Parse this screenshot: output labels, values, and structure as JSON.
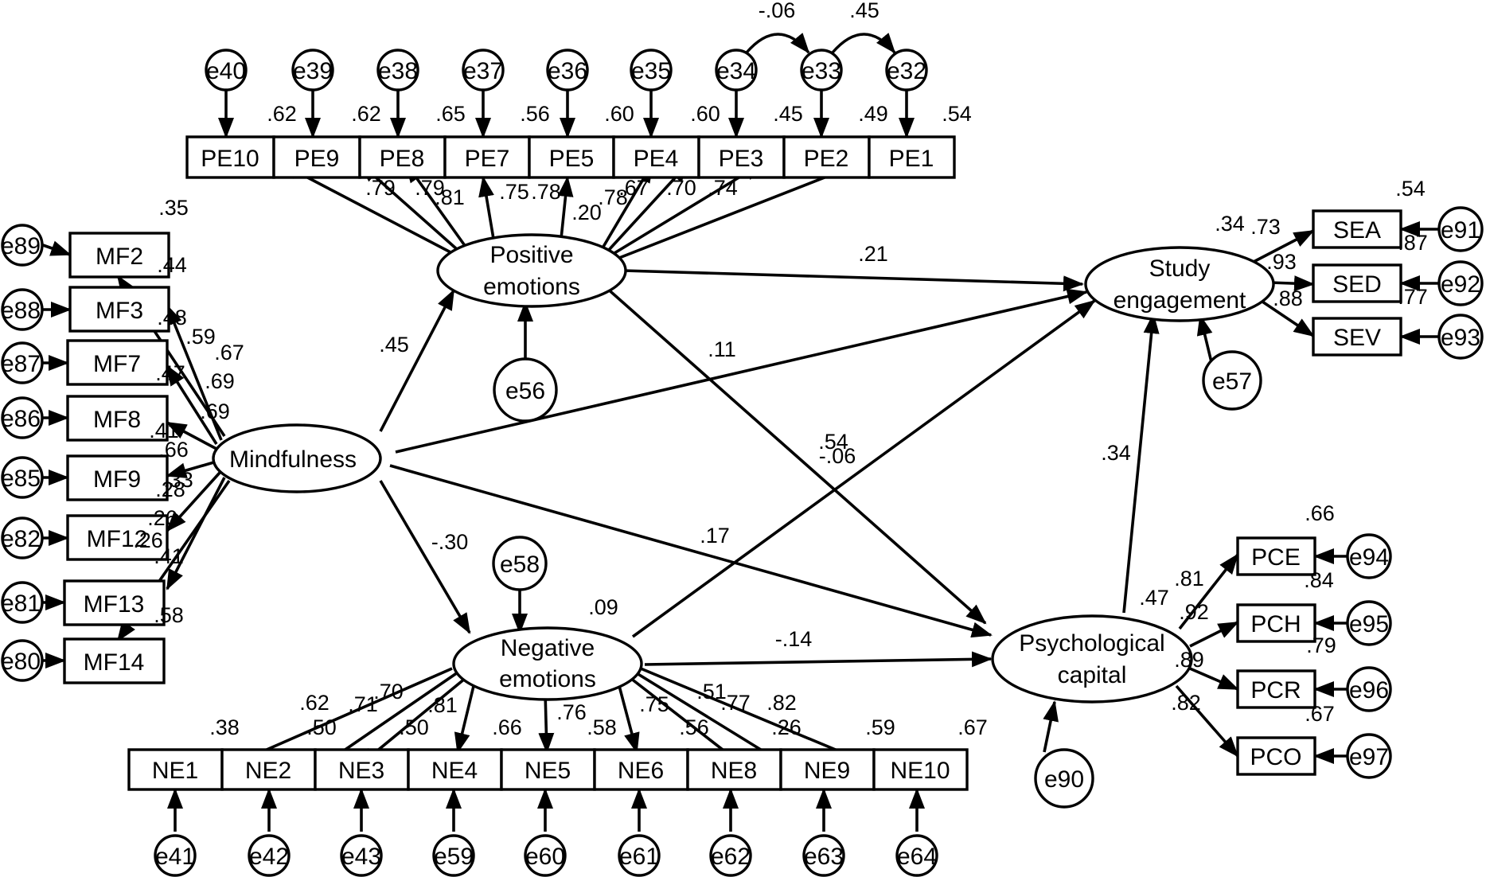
{
  "nodes": {
    "PE10": "PE10",
    "PE9": "PE9",
    "PE8": "PE8",
    "PE7": "PE7",
    "PE5": "PE5",
    "PE4": "PE4",
    "PE3": "PE3",
    "PE2": "PE2",
    "PE1": "PE1",
    "e40": "e40",
    "e39": "e39",
    "e38": "e38",
    "e37": "e37",
    "e36": "e36",
    "e35": "e35",
    "e34": "e34",
    "e33": "e33",
    "e32": "e32",
    "MF2": "MF2",
    "MF3": "MF3",
    "MF7": "MF7",
    "MF8": "MF8",
    "MF9": "MF9",
    "MF12": "MF12",
    "MF13": "MF13",
    "MF14": "MF14",
    "e89": "e89",
    "e88": "e88",
    "e87": "e87",
    "e86": "e86",
    "e85": "e85",
    "e82": "e82",
    "e81": "e81",
    "e80": "e80",
    "NE1": "NE1",
    "NE2": "NE2",
    "NE3": "NE3",
    "NE4": "NE4",
    "NE5": "NE5",
    "NE6": "NE6",
    "NE8": "NE8",
    "NE9": "NE9",
    "NE10": "NE10",
    "e41": "e41",
    "e42": "e42",
    "e43": "e43",
    "e59": "e59",
    "e60": "e60",
    "e61": "e61",
    "e62": "e62",
    "e63": "e63",
    "e64": "e64",
    "SEA": "SEA",
    "SED": "SED",
    "SEV": "SEV",
    "e91": "e91",
    "e92": "e92",
    "e93": "e93",
    "PCE": "PCE",
    "PCH": "PCH",
    "PCR": "PCR",
    "PCO": "PCO",
    "e94": "e94",
    "e95": "e95",
    "e96": "e96",
    "e97": "e97",
    "positive_emotions_line1": "Positive",
    "positive_emotions_line2": "emotions",
    "negative_emotions_line1": "Negative",
    "negative_emotions_line2": "emotions",
    "study_engagement_line1": "Study",
    "study_engagement_line2": "engagement",
    "psychological_capital_line1": "Psychological",
    "psychological_capital_line2": "capital",
    "mindfulness": "Mindfulness",
    "e56": "e56",
    "e57": "e57",
    "e58": "e58",
    "e90": "e90"
  },
  "labels": {
    "pe_r2": [
      ".62",
      ".62",
      ".65",
      ".56",
      ".60",
      ".60",
      ".45",
      ".49",
      ".54"
    ],
    "cov_e34_e33": "-.06",
    "cov_e33_e32": ".45",
    "pe_loadings": [
      ".79",
      ".79",
      ".81",
      ".75",
      ".78",
      ".20",
      ".78",
      ".67",
      ".70",
      ".74"
    ],
    "mf_r2": [
      ".35",
      ".44",
      ".48",
      ".59",
      ".67",
      ".47",
      ".69",
      ".69",
      ".41",
      ".66",
      ".28",
      ".33",
      ".26",
      ".26",
      ".41",
      ".58"
    ],
    "path_mind_pe": ".45",
    "path_mind_ne": "-.30",
    "path_pe_se": ".21",
    "path_pe_pc": ".11",
    "path_mind_se": ".54",
    "path_ne_se": "-.06",
    "path_mind_pc": ".17",
    "path_ne_pc": "-.14",
    "path_pc_se": ".34",
    "r2_ne": ".09",
    "se_vals": [
      ".54",
      ".34",
      ".73",
      ".87",
      ".93",
      ".77",
      ".88"
    ],
    "pc_vals": [
      ".66",
      ".81",
      ".47",
      ".84",
      ".92",
      ".79",
      ".89",
      ".82",
      ".67"
    ],
    "ne_loadings": [
      ".62",
      ".71",
      ".70",
      ".81",
      ".76",
      ".75",
      ".51",
      ".77",
      ".82"
    ],
    "ne_r2": [
      ".38",
      ".50",
      ".50",
      ".66",
      ".58",
      ".56",
      ".26",
      ".59",
      ".67"
    ]
  }
}
